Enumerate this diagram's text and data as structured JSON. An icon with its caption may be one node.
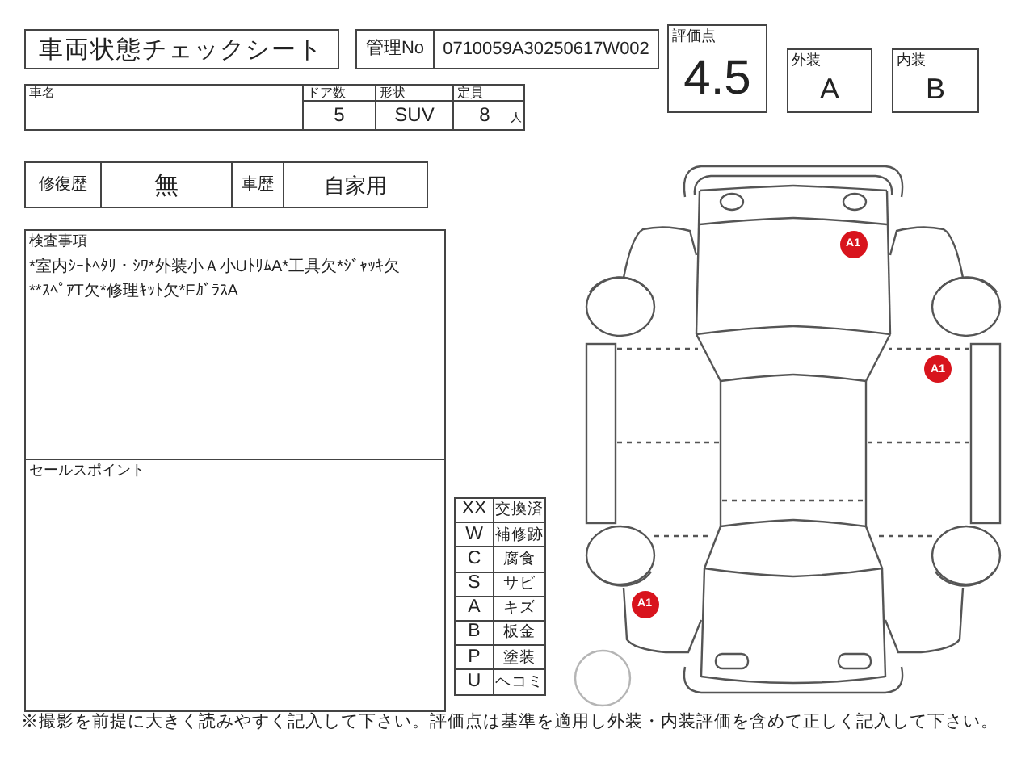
{
  "diagram": {
    "nodes": [
      {
        "text": [
          "車両状態チェックシート"
        ]
      },
      {
        "text": [
          "管理No",
          "0710059A30250617W002"
        ]
      },
      {
        "text": [
          "評価点",
          "4.5"
        ]
      },
      {
        "text": [
          "外装",
          "A"
        ]
      },
      {
        "text": [
          "内装",
          "B"
        ]
      },
      {
        "text": [
          "車名"
        ]
      },
      {
        "text": [
          "ドア数",
          "5"
        ]
      },
      {
        "text": [
          "形状",
          "SUV"
        ]
      },
      {
        "text": [
          "定員",
          "8",
          "人"
        ]
      },
      {
        "text": [
          "修復歴",
          "無"
        ]
      },
      {
        "text": [
          "車歴",
          "自家用"
        ]
      },
      {
        "text": [
          "検査事項",
          "*室内ｼｰﾄﾍﾀﾘ・ｼﾜ*外装小Ａ小UﾄﾘﾑA*工具欠*ｼﾞｬｯｷ欠**ｽﾍﾟｱT欠*修理ｷｯﾄ欠*FｶﾞﾗｽA"
        ]
      },
      {
        "text": [
          "セールスポイント"
        ]
      },
      {
        "text": [
          "A1"
        ]
      },
      {
        "text": [
          "A1"
        ]
      },
      {
        "text": [
          "A1"
        ]
      }
    ],
    "labels": [
      "XX",
      "交換済",
      "W",
      "補修跡",
      "C",
      "腐食",
      "S",
      "サビ",
      "A",
      "キズ",
      "B",
      "板金",
      "P",
      "塗装",
      "U",
      "ヘコミ",
      "※撮影を前提に大きく読みやすく記入して下さい。評価点は基準を適用し外装・内装評価を含めて正しく記入して下さい。"
    ]
  }
}
